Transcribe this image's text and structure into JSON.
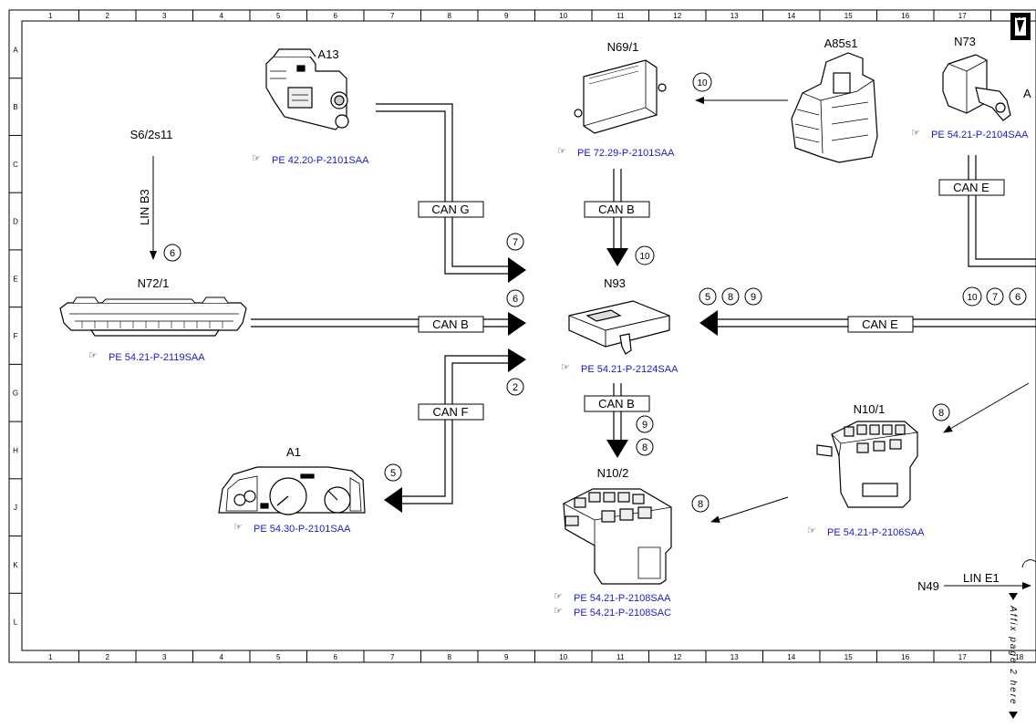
{
  "grid": {
    "columns": [
      "1",
      "2",
      "3",
      "4",
      "5",
      "6",
      "7",
      "8",
      "9",
      "10",
      "11",
      "12",
      "13",
      "14",
      "15",
      "16",
      "17",
      "18"
    ],
    "rows": [
      "A",
      "B",
      "C",
      "D",
      "E",
      "F",
      "G",
      "H",
      "J",
      "K",
      "L"
    ]
  },
  "components": {
    "a13": "A13",
    "n69_1": "N69/1",
    "a85s1": "A85s1",
    "n73": "N73",
    "s6_2s11": "S6/2s11",
    "n72_1": "N72/1",
    "n93": "N93",
    "a1": "A1",
    "n10_1": "N10/1",
    "n10_2": "N10/2",
    "n49": "N49",
    "edge_a": "A"
  },
  "buses": {
    "lin_b3": "LIN B3",
    "can_g": "CAN G",
    "can_b_top": "CAN B",
    "can_b_left": "CAN B",
    "can_b_bottom": "CAN B",
    "can_e_top": "CAN E",
    "can_e_mid": "CAN E",
    "can_f": "CAN F",
    "lin_e1": "LIN E1"
  },
  "references": {
    "a13": "PE 42.20-P-2101SAA",
    "n69_1": "PE 72.29-P-2101SAA",
    "n73": "PE 54.21-P-2104SAA",
    "n72_1": "PE 54.21-P-2119SAA",
    "n93": "PE 54.21-P-2124SAA",
    "a1": "PE 54.30-P-2101SAA",
    "n10_1": "PE 54.21-P-2106SAA",
    "n10_2_a": "PE 54.21-P-2108SAA",
    "n10_2_b": "PE 54.21-P-2108SAC"
  },
  "signals": {
    "s6": "6",
    "s7": "7",
    "s6b": "6",
    "s2": "2",
    "s5a": "5",
    "s10a": "10",
    "s10b": "10",
    "s5b": "5",
    "s8a": "8",
    "s9a": "9",
    "s9b": "9",
    "s8b": "8",
    "s8c": "8",
    "s8d": "8",
    "s10c": "10",
    "s7b": "7",
    "s6c": "6"
  },
  "affix_text": "Affix page 2 here",
  "corner_marker": "18",
  "icons": [
    "reference-book-icon",
    "page-corner-icon"
  ],
  "colors": {
    "reference": "#1a1acc",
    "line": "#000000",
    "background": "#ffffff"
  }
}
